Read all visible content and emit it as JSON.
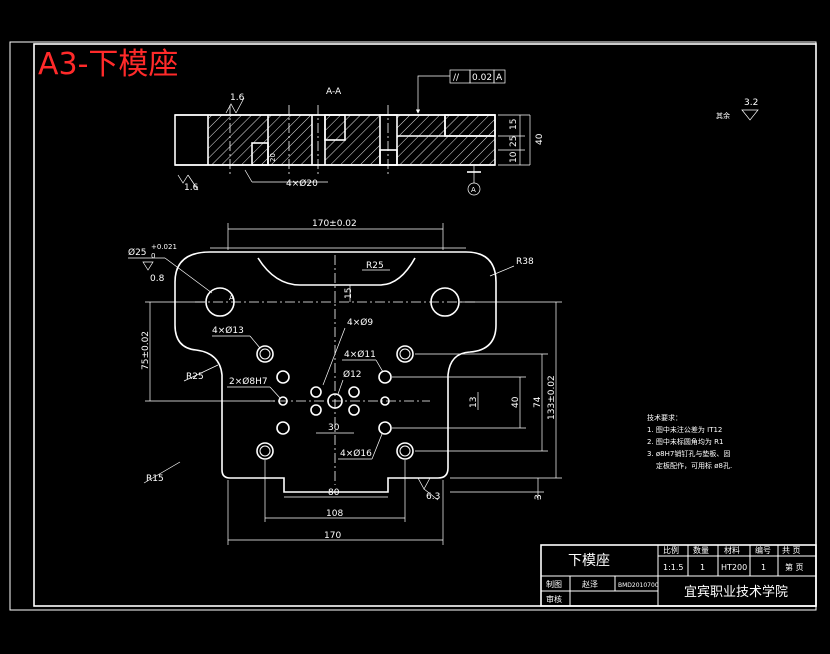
{
  "sheet_label": "A3-下模座",
  "section": {
    "label": "A-A",
    "roughness_a": "1.6",
    "roughness_b": "1.6",
    "holes": "4×Ø20",
    "tolerance_symbol": "//",
    "tolerance_value": "0.02",
    "tolerance_datum": "A",
    "dim_15": "15",
    "dim_25": "25",
    "dim_10": "10",
    "dim_40": "40",
    "dim_20": "20",
    "datum_mark": "A"
  },
  "general_roughness": {
    "prefix": "其余",
    "value": "3.2"
  },
  "plan": {
    "width_top": "170±0.02",
    "r25_top": "R25",
    "r38": "R38",
    "bore": "Ø25",
    "bore_tol": "+0.021",
    "bore_tol2": "0",
    "bore_rough": "0.8",
    "depth_15": "15",
    "holes_13": "4×Ø13",
    "holes_9": "4×Ø9",
    "holes_11": "4×Ø11",
    "pins": "2×Ø8H7",
    "center": "Ø12",
    "holes_16": "4×Ø16",
    "r25_side": "R25",
    "r15": "R15",
    "height_75": "75±0.02",
    "dim_13": "13",
    "dim_40": "40",
    "dim_74": "74",
    "dim_133": "133±0.02",
    "dim_30": "30",
    "dim_80": "80",
    "dim_108": "108",
    "dim_170": "170",
    "dim_3": "3",
    "rough_63": "6.3",
    "mark_a": "A"
  },
  "notes": {
    "heading": "技术要求：",
    "items": [
      "1. 图中未注公差为 IT12",
      "2. 图中未标圆角均为 R1",
      "3. ø8H7销钉孔与垫板、固",
      "定板配作，可用标 ø8孔."
    ]
  },
  "title_block": {
    "part_name": "下模座",
    "h_scale": "比例",
    "h_qty": "数量",
    "h_material": "材料",
    "h_no": "编号",
    "h_total": "共 页",
    "v_scale": "1:1.5",
    "v_qty": "1",
    "v_material": "HT200",
    "v_no": "1",
    "v_page": "第 页",
    "drawn_label": "制图",
    "drawn_name": "赵泽",
    "drawing_no": "BMD2010700",
    "review_label": "审核",
    "school": "宜宾职业技术学院"
  }
}
